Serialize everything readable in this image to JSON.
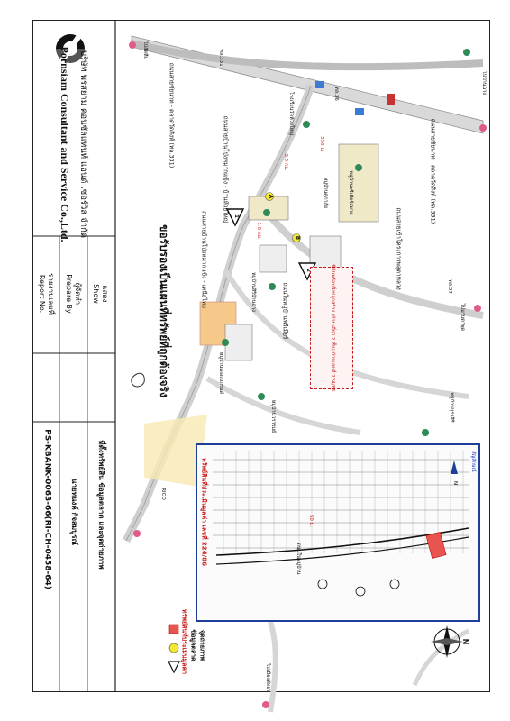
{
  "title_block": {
    "company_th": "บริษัท พรสยาม คอนซัลแทนท์ แอนด์ เซอร์วิส จำกัด",
    "company_en": "Pornsiam Consultant and Service Co.,Ltd.",
    "show_label_th": "แสดง",
    "show_label_en": "Show",
    "show_value": "ที่ตั้งทรัพย์สิน ข้อมูลตลาด และจุดถ่ายภาพ",
    "prepare_label_th": "ผู้จัดทำ",
    "prepare_label_en": "Prepare By",
    "prepare_value": "นายทนงค์ กิจสมบูรณ์",
    "report_label_th": "รายงานเลขที่",
    "report_label_en": "Report No.",
    "report_value": "PS-KBANK-0063-66(RI-CH-0458-64)"
  },
  "map": {
    "heading": "ขอรับรองเป็นแผนที่ทรัพย์ที่ถูกต้องจริง",
    "north_label": "N",
    "north_arrow_char": "↑",
    "roads": [
      {
        "id": "main-road-upper",
        "label": "ถนนสายชัยนาท - ตลาดวัดสิงห์ (ทล.331)"
      },
      {
        "id": "main-road-lower",
        "label": "ถนนสายชัยนาท - ตลาดวัดสิงห์ (ทล.331)"
      },
      {
        "id": "branch-road-1",
        "label": "ถนนสายบ้านโป่งหมากแข้ง - บ้านห้วยใหญ่"
      },
      {
        "id": "branch-road-2",
        "label": "ถนนสายบ้านโป่งหมากแข้ง - เหนือไทย"
      },
      {
        "id": "side-road",
        "label": "ถนนสายเข้าโครงการพลูตาหลวง"
      },
      {
        "id": "village-road",
        "label": "ถนนในหมู่บ้านพรีเมียร์"
      }
    ],
    "places": [
      {
        "id": "place-1",
        "label": "หมู่บ้านพรีเมียร์สยาม"
      },
      {
        "id": "place-2",
        "label": "โรงเรียนวัดห้วยใหญ่"
      },
      {
        "id": "place-3",
        "label": "หมู่บ้านศุภาลัย"
      },
      {
        "id": "place-4",
        "label": "หมู่บ้านสิริบ้านฉาง"
      },
      {
        "id": "place-5",
        "label": "หมู่บ้านเดอะแกรนด์"
      },
      {
        "id": "place-6",
        "label": "หมู่บ้านบุราสิริ"
      },
      {
        "id": "place-7",
        "label": "หมู่บ้านวรารมย์"
      },
      {
        "id": "place-8",
        "label": "ไปบ้านฉาง"
      },
      {
        "id": "place-9",
        "label": "ไปสัตหีบ"
      },
      {
        "id": "place-10",
        "label": "ไปเมืองพัทยา"
      },
      {
        "id": "place-11",
        "label": "ไปมาบตาพุด"
      },
      {
        "id": "place-12",
        "label": "RICO"
      }
    ],
    "distances": [
      "3.5 กม.",
      "1.0 กม.",
      "550 ม."
    ],
    "photo_points": [
      "1",
      "2"
    ],
    "market_point_labels": [
      "A",
      "B"
    ],
    "note_box": "ที่ดินพร้อมสิ่งปลูกสร้าง (บ้านเดี่ยว 2 ชั้น) บ้านเลขที่ 224/86",
    "road_codes": [
      "ทล.331",
      "ทล.36",
      "ทล.37"
    ]
  },
  "inset": {
    "title": "ทรัพย์สินที่ประเมินมูลค่า เลขที่ 224/86",
    "north_label": "N",
    "distance": "50 ม.",
    "legend_title": "สัญลักษณ์",
    "road_label": "ถนนในหมู่บ้าน"
  },
  "legend": {
    "subject_label": "ทรัพย์สินที่ประเมินมูลค่า",
    "market_label": "ข้อมูลตลาด",
    "photo_label": "จุดถ่ายภาพ"
  },
  "colors": {
    "road_fill": "#d9d9d9",
    "road_edge": "#8f8f8f",
    "subject": "#e8554e",
    "market": "#f5e632",
    "accent_red": "#c61a1a",
    "inset_border": "#1d3f9a",
    "zone_orange": "#f4c98a"
  }
}
